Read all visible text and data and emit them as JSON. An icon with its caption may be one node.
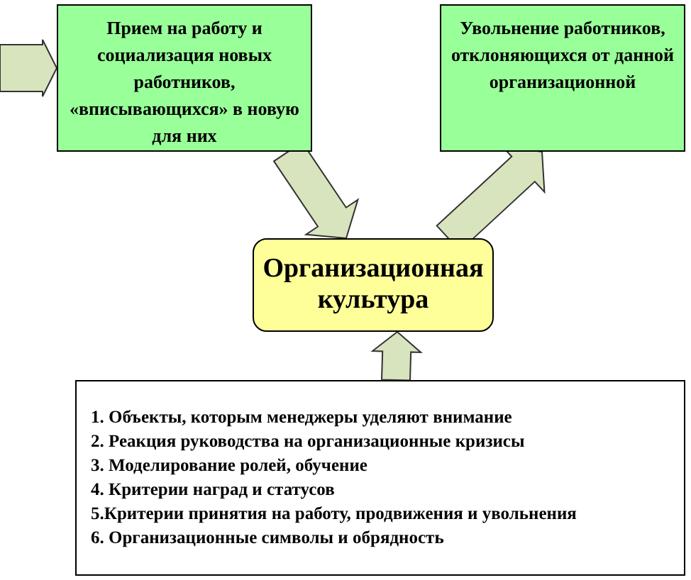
{
  "diagram": {
    "nodes": [
      {
        "text": [
          "Прием на работу и социализация новых работников, «вписывающихся» в новую для них"
        ]
      },
      {
        "text": [
          "Увольнение работников, отклоняющихся от данной организационной"
        ]
      },
      {
        "text": [
          "Организационная культура"
        ]
      },
      {
        "text": [
          "1. Объекты, которым менеджеры уделяют внимание",
          "2. Реакция руководства на организационные кризисы",
          "3. Моделирование ролей, обучение",
          "4. Критерии наград и статусов",
          "5.Критерии принятия на работу, продвижения и увольнения",
          "6. Организационные символы и обрядность"
        ]
      }
    ],
    "edges": [
      {
        "from": null,
        "to": 0,
        "arrow": "to"
      },
      {
        "from": 0,
        "to": 2,
        "arrow": "to"
      },
      {
        "from": 2,
        "to": 1,
        "arrow": "to"
      },
      {
        "from": 3,
        "to": 2,
        "arrow": "to"
      }
    ]
  }
}
